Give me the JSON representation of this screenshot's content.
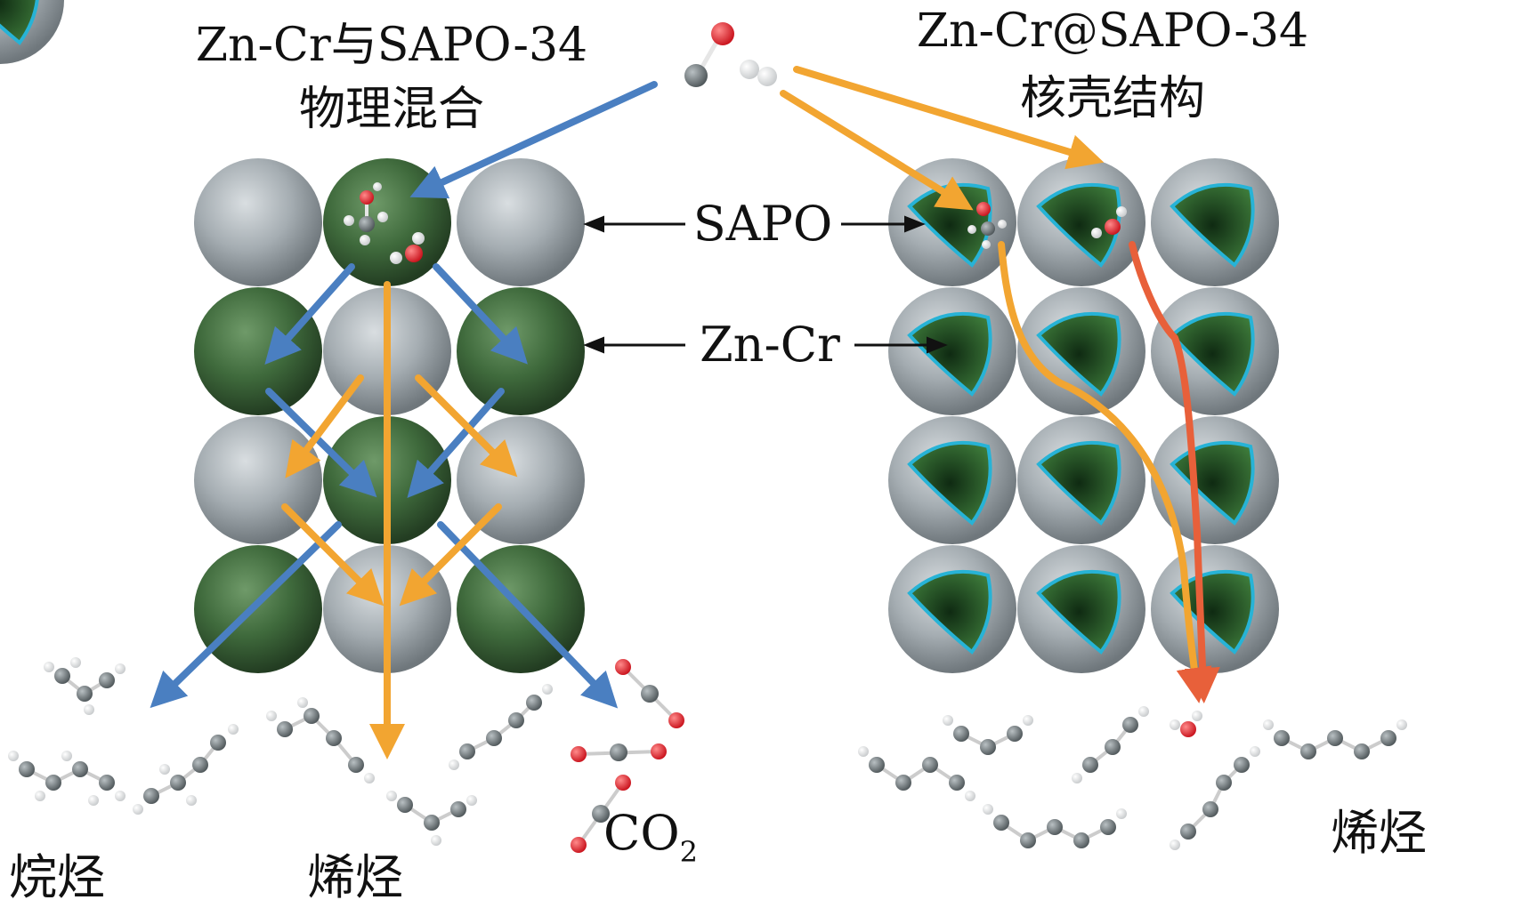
{
  "left_panel": {
    "title_line1": "Zn-Cr与SAPO-34",
    "title_line2": "物理混合",
    "products": {
      "alkanes": "烷烃",
      "olefins": "烯烃",
      "co2_main": "CO",
      "co2_sub": "2"
    }
  },
  "right_panel": {
    "title_line1": "Zn-Cr@SAPO-34",
    "title_line2": "核壳结构",
    "products": {
      "olefins": "烯烃"
    }
  },
  "center_labels": {
    "sapo": "SAPO",
    "zncr": "Zn-Cr"
  },
  "colors": {
    "sapo_gray": "#9aa3a8",
    "zncr_green": "#3f6a3c",
    "arrow_blue": "#4a7fc1",
    "arrow_orange": "#f2a531",
    "arrow_red": "#e8603a",
    "shell_cyan": "#27b3d6",
    "oxygen_red": "#e0202a",
    "carbon_gray": "#6b7275",
    "hydrogen_white": "#f2f2f2"
  },
  "left_grid_pattern": [
    [
      "SAPO",
      "Zn-Cr",
      "SAPO"
    ],
    [
      "Zn-Cr",
      "SAPO",
      "Zn-Cr"
    ],
    [
      "SAPO",
      "Zn-Cr",
      "SAPO"
    ],
    [
      "Zn-Cr",
      "SAPO",
      "Zn-Cr"
    ]
  ]
}
